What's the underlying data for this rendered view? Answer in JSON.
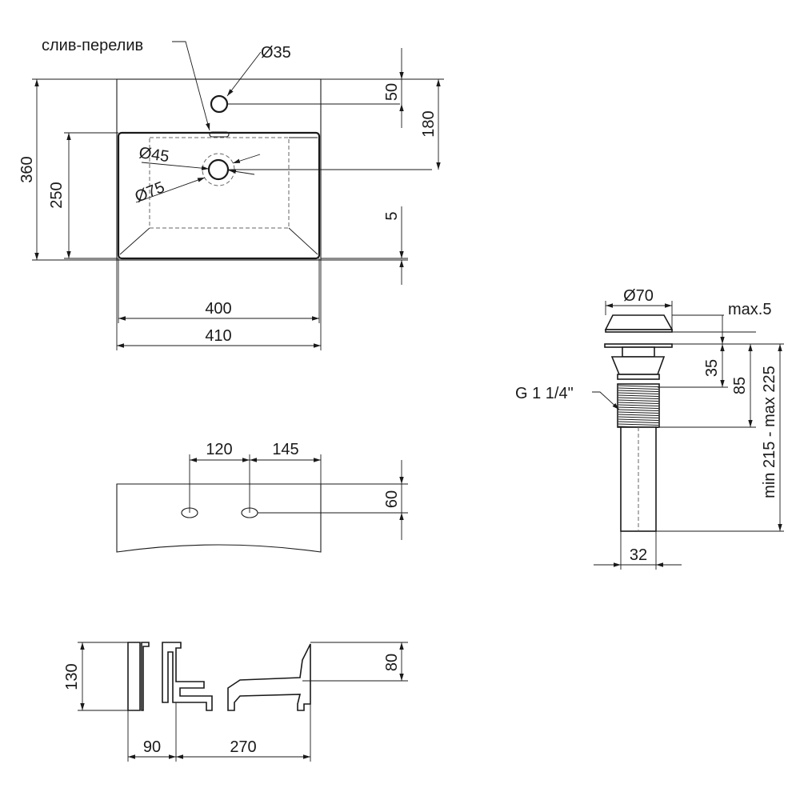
{
  "top_view": {
    "overflow_label": "слив-перелив",
    "tap_hole_diameter": "Ø35",
    "drain_inner_diameter": "Ø45",
    "drain_outer_diameter": "Ø75",
    "dim_overall_depth": "360",
    "dim_bowl_depth": "250",
    "dim_tap_offset": "50",
    "dim_drain_offset": "180",
    "dim_rim": "5",
    "dim_bowl_width": "400",
    "dim_overall_width": "410"
  },
  "front_view": {
    "dim_left_hole": "120",
    "dim_right_hole": "145",
    "dim_hole_height": "60"
  },
  "section_view": {
    "dim_total_height": "130",
    "dim_bowl_height": "80",
    "dim_wall": "90",
    "dim_inner_width": "270"
  },
  "drain_valve": {
    "cap_diameter": "Ø70",
    "cap_max": "max.5",
    "dim_body": "35",
    "dim_thread_length": "85",
    "thread_label": "G 1 1/4\"",
    "dim_length_range": "min 215 - max 225",
    "dim_pipe_diameter": "32"
  }
}
